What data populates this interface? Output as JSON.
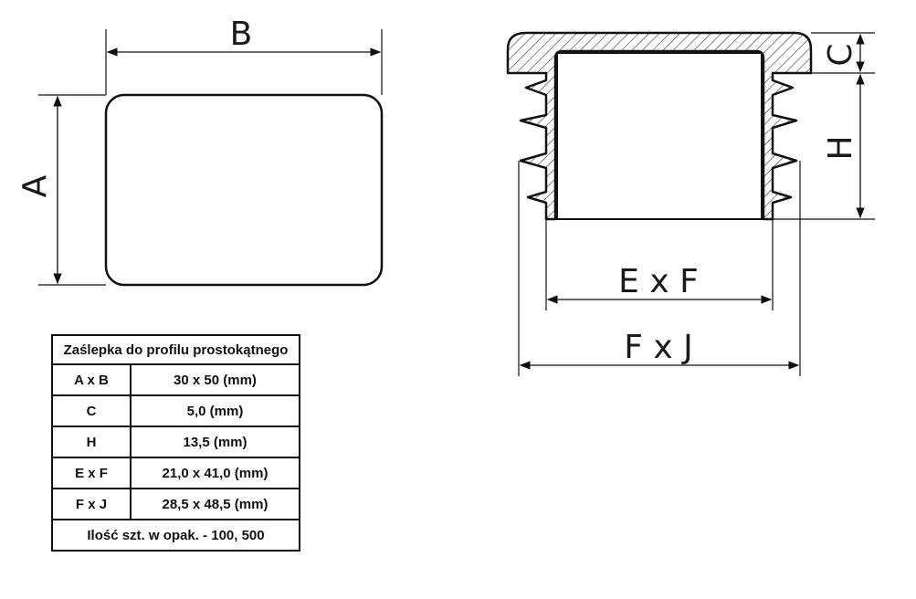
{
  "labels": {
    "a": "A",
    "b": "B",
    "c": "C",
    "h": "H",
    "exf": "E x F",
    "fxj": "F x J"
  },
  "table": {
    "title": "Zaślepka do profilu prostokątnego",
    "rows": [
      {
        "key": "A x B",
        "value": "30 x 50 (mm)"
      },
      {
        "key": "C",
        "value": "5,0 (mm)"
      },
      {
        "key": "H",
        "value": "13,5 (mm)"
      },
      {
        "key": "E x F",
        "value": "21,0 x 41,0 (mm)"
      },
      {
        "key": "F x J",
        "value": "28,5 x 48,5 (mm)"
      }
    ],
    "footer": "Ilość szt. w opak. - 100, 500"
  }
}
